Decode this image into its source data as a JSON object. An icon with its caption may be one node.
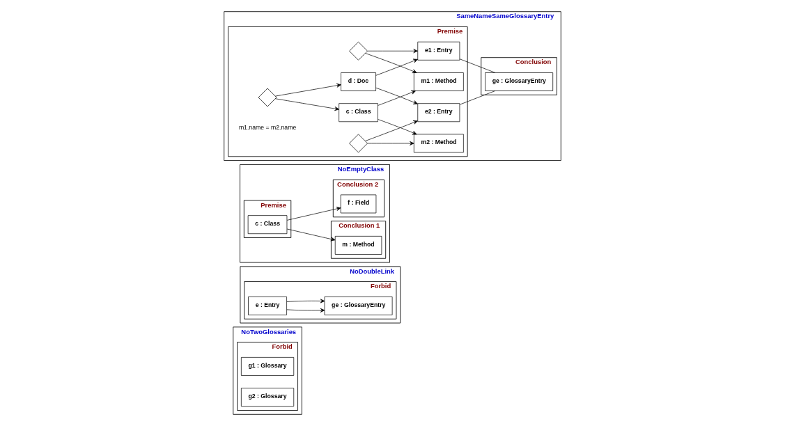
{
  "diagram": {
    "nodes": [
      {
        "text": [
          "NoTwoGlossaries"
        ]
      },
      {
        "text": [
          "Forbid"
        ],
        "in": 0
      },
      {
        "text": [
          "g1 : Glossary"
        ],
        "in": 1
      },
      {
        "text": [
          "g2 : Glossary"
        ],
        "in": 1
      },
      {
        "text": [
          "NoDoubleLink"
        ]
      },
      {
        "text": [
          "Forbid"
        ],
        "in": 4
      },
      {
        "text": [
          "e : Entry"
        ],
        "in": 5
      },
      {
        "text": [
          "ge : GlossaryEntry"
        ],
        "in": 5
      },
      {
        "text": [
          "NoEmptyClass"
        ]
      },
      {
        "text": [
          "Premise"
        ],
        "in": 8
      },
      {
        "text": [
          "c : Class"
        ],
        "in": 9
      },
      {
        "text": [
          "Conclusion 1"
        ],
        "in": 8
      },
      {
        "text": [
          "m : Method"
        ],
        "in": 11
      },
      {
        "text": [
          "Conclusion 2"
        ],
        "in": 8
      },
      {
        "text": [
          "f : Field"
        ],
        "in": 13
      },
      {
        "text": [
          "SameNameSameGlossaryEntry"
        ]
      },
      {
        "text": [
          "Premise",
          "m1.name = m2.name"
        ],
        "in": 15
      },
      {
        "text": [
          "c : Class"
        ],
        "in": 16
      },
      {
        "text": [],
        "shape": "diamond",
        "in": 16
      },
      {
        "text": [
          "d : Doc"
        ],
        "in": 16
      },
      {
        "text": [
          "m1 : Method"
        ],
        "in": 16
      },
      {
        "text": [],
        "shape": "diamond",
        "in": 16
      },
      {
        "text": [
          "e1 : Entry"
        ],
        "in": 16
      },
      {
        "text": [
          "m2 : Method"
        ],
        "in": 16
      },
      {
        "text": [],
        "shape": "diamond",
        "in": 16
      },
      {
        "text": [
          "e2 : Entry"
        ],
        "in": 16
      },
      {
        "text": [
          "Conclusion"
        ],
        "in": 15
      },
      {
        "text": [
          "ge : GlossaryEntry"
        ],
        "in": 26
      }
    ],
    "edges": [
      {
        "from": 6,
        "to": 7,
        "arrow": "to"
      },
      {
        "from": 6,
        "to": 7,
        "arrow": "to"
      },
      {
        "from": 10,
        "to": 12,
        "arrow": "to"
      },
      {
        "from": 10,
        "to": 14,
        "arrow": "to"
      },
      {
        "from": 18,
        "to": 17,
        "arrow": "to"
      },
      {
        "from": 18,
        "to": 19,
        "arrow": "to"
      },
      {
        "from": 17,
        "to": 20,
        "arrow": "to"
      },
      {
        "from": 17,
        "to": 23,
        "arrow": "to"
      },
      {
        "from": 19,
        "to": 22,
        "arrow": "to"
      },
      {
        "from": 19,
        "to": 25,
        "arrow": "to"
      },
      {
        "from": 21,
        "to": 20,
        "arrow": "to"
      },
      {
        "from": 21,
        "to": 22,
        "arrow": "to"
      },
      {
        "from": 24,
        "to": 23,
        "arrow": "to"
      },
      {
        "from": 24,
        "to": 25,
        "arrow": "to"
      },
      {
        "from": 22,
        "to": 27,
        "arrow": "none"
      },
      {
        "from": 25,
        "to": 27,
        "arrow": "none"
      }
    ]
  }
}
